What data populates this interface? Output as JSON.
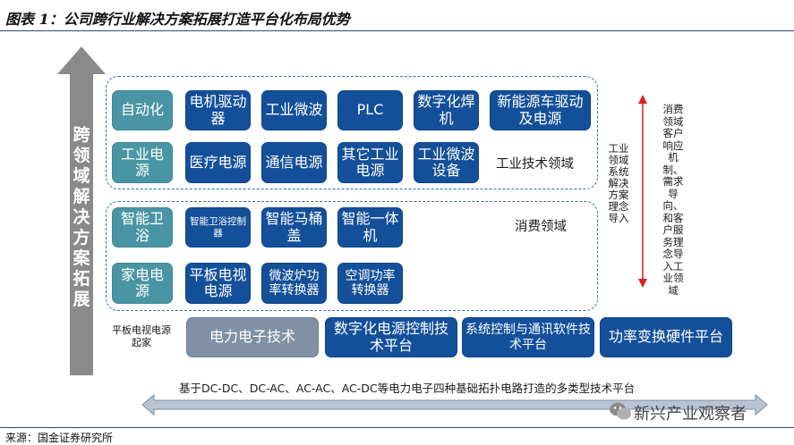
{
  "header": {
    "title": "图表 1：公司跨行业解决方案拓展打造平台化布局优势"
  },
  "left_axis": {
    "label": "跨领域解决方案拓展"
  },
  "industrial": {
    "label": "工业技术领域",
    "row1": [
      "自动化",
      "电机驱动器",
      "工业微波",
      "PLC",
      "数字化焊机",
      "新能源车驱动及电源"
    ],
    "row2": [
      "工业电源",
      "医疗电源",
      "通信电源",
      "其它工业电源",
      "工业微波设备"
    ]
  },
  "consumer": {
    "label": "消费领域",
    "row1": [
      "智能卫浴",
      "智能卫浴控制器",
      "智能马桶盖",
      "智能一体机"
    ],
    "row2": [
      "家电电源",
      "平板电视电源",
      "微波炉功率转换器",
      "空调功率转换器"
    ]
  },
  "platforms": {
    "side_note": "平板电视电源起家",
    "items": [
      "电力电子技术",
      "数字化电源控制技术平台",
      "系统控制与通讯软件技术平台",
      "功率变换硬件平台"
    ]
  },
  "right_notes": {
    "industrial_note": "工业领域系统解决方案理念导入",
    "consumer_note": "消费领域客户响应机制、需求导向、和客户服务理念导入工业领域"
  },
  "bottom": {
    "caption": "基于DC-DC、DC-AC、AC-AC、AC-DC等电力电子四种基础拓扑电路打造的多类型技术平台"
  },
  "watermark": {
    "text": "新兴产业观察者"
  },
  "footer": {
    "source": "来源：国金证券研究所"
  },
  "colors": {
    "teal": "#4a95a3",
    "navy": "#14509a",
    "gray": "#8091a6",
    "arrow_gray": "#8a8a8a",
    "red": "#e02020",
    "rule": "#2b4a72"
  },
  "icons": {
    "watermark_icon": "wechat-icon"
  }
}
